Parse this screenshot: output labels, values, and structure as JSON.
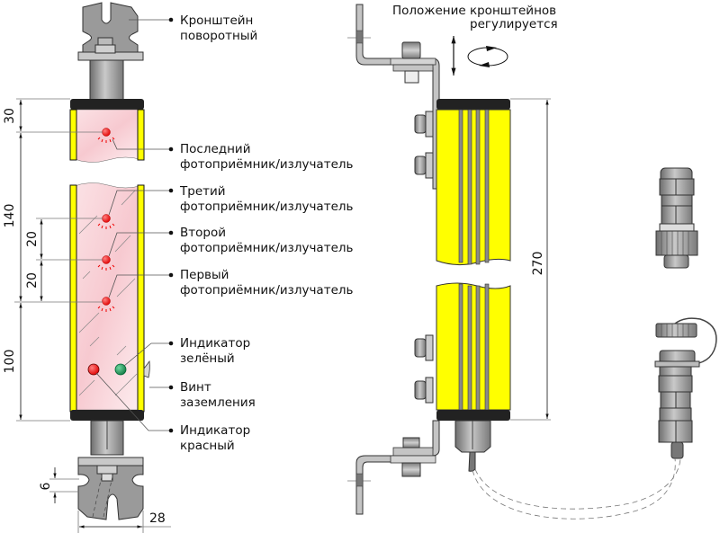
{
  "title": "Схема световой завесы с кронштейнами",
  "colors": {
    "housing_yellow": "#ffff00",
    "end_cap_black": "#222222",
    "window_pink": "#f9d7dc",
    "led_red": "#ff1a1a",
    "led_green": "#1f9a5a",
    "metal_gray": "#9a9a9a"
  },
  "labels": {
    "bracket": [
      "Кронштейн",
      "поворотный"
    ],
    "last_element": [
      "Последний",
      "фотоприёмник/излучатель"
    ],
    "third_element": [
      "Третий",
      "фотоприёмник/излучатель"
    ],
    "second_element": [
      "Второй",
      "фотоприёмник/излучатель"
    ],
    "first_element": [
      "Первый",
      "фотоприёмник/излучатель"
    ],
    "green_indicator": [
      "Индикатор",
      "зелёный"
    ],
    "ground_screw": [
      "Винт",
      "заземления"
    ],
    "red_indicator": [
      "Индикатор",
      "красный"
    ],
    "bracket_adjustable": [
      "Положение кронштейнов",
      "регулируется"
    ]
  },
  "dimensions": {
    "top_offset": "30",
    "middle_span": "140",
    "pitch_1": "20",
    "pitch_2": "20",
    "bottom_offset": "100",
    "slot_width": "6",
    "housing_width": "28",
    "total_length": "270"
  },
  "icons": {
    "vertical_arrow": "double-vertical-arrow-icon",
    "rotation": "rotation-arrows-icon"
  }
}
